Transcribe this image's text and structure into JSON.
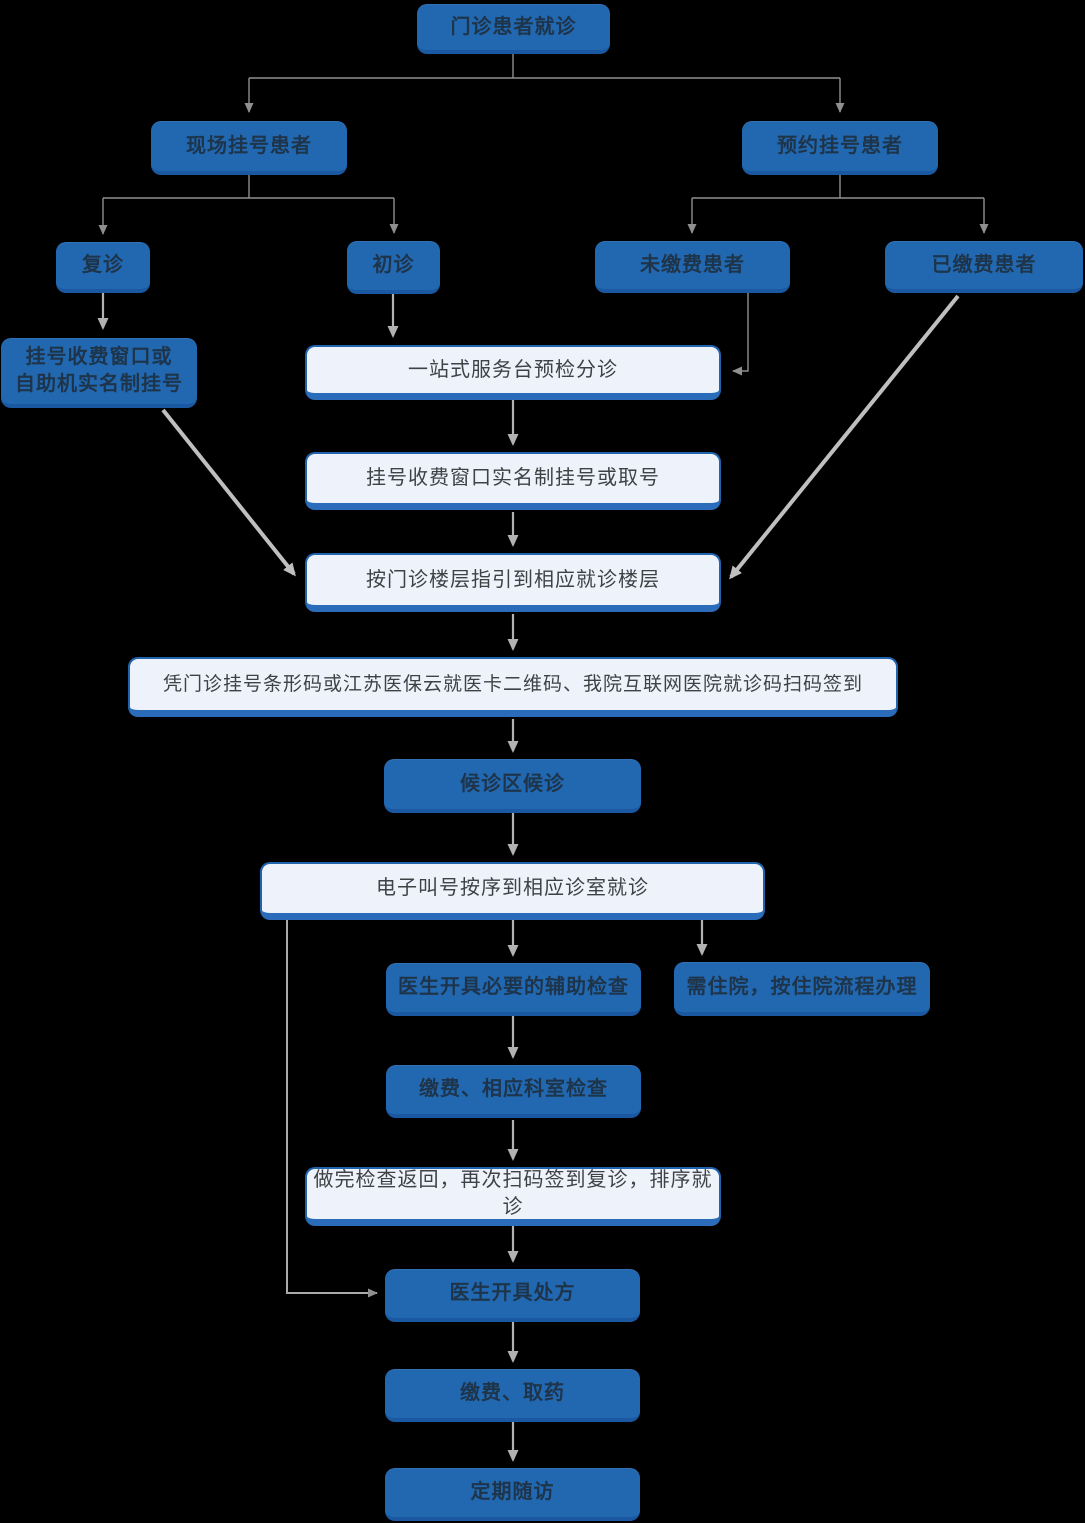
{
  "page": {
    "background": "#000000"
  },
  "palette": {
    "dark_node_fill": "#2268b0",
    "dark_node_bottom_edge": "#1b58a2",
    "dark_node_text": "#1e344a",
    "light_node_fill": "#eef2fb",
    "light_node_border": "#2164ae",
    "light_node_bottom_edge": "#2a6cba",
    "light_node_text": "#3f4245",
    "connector_thin": "#909090",
    "connector_chain": "#b2b2b2",
    "connector_diagonal": "#bfbfbf"
  },
  "nodes": {
    "start": {
      "label": "门诊患者就诊"
    },
    "onsite": {
      "label": "现场挂号患者"
    },
    "reserved": {
      "label": "预约挂号患者"
    },
    "revisit": {
      "label": "复诊"
    },
    "first_visit": {
      "label": "初诊"
    },
    "unpaid": {
      "label": "未缴费患者"
    },
    "paid": {
      "label": "已缴费患者"
    },
    "window_selfreg": {
      "label": "挂号收费窗口或\n自助机实名制挂号"
    },
    "onestop": {
      "label": "一站式服务台预检分诊"
    },
    "window_takeno": {
      "label": "挂号收费窗口实名制挂号或取号"
    },
    "floor_guide": {
      "label": "按门诊楼层指引到相应就诊楼层"
    },
    "scan_signin": {
      "label": "凭门诊挂号条形码或江苏医保云就医卡二维码、我院互联网医院就诊码扫码签到"
    },
    "waiting": {
      "label": "候诊区候诊"
    },
    "call_number": {
      "label": "电子叫号按序到相应诊室就诊"
    },
    "aux_exam": {
      "label": "医生开具必要的辅助检查"
    },
    "hospitalize": {
      "label": "需住院，按住院流程办理"
    },
    "pay_exam": {
      "label": "缴费、相应科室检查"
    },
    "return_signin": {
      "label": "做完检查返回，再次扫码签到复诊，排序就诊"
    },
    "prescription": {
      "label": "医生开具处方"
    },
    "pay_medicine": {
      "label": "缴费、取药"
    },
    "followup": {
      "label": "定期随访"
    }
  }
}
